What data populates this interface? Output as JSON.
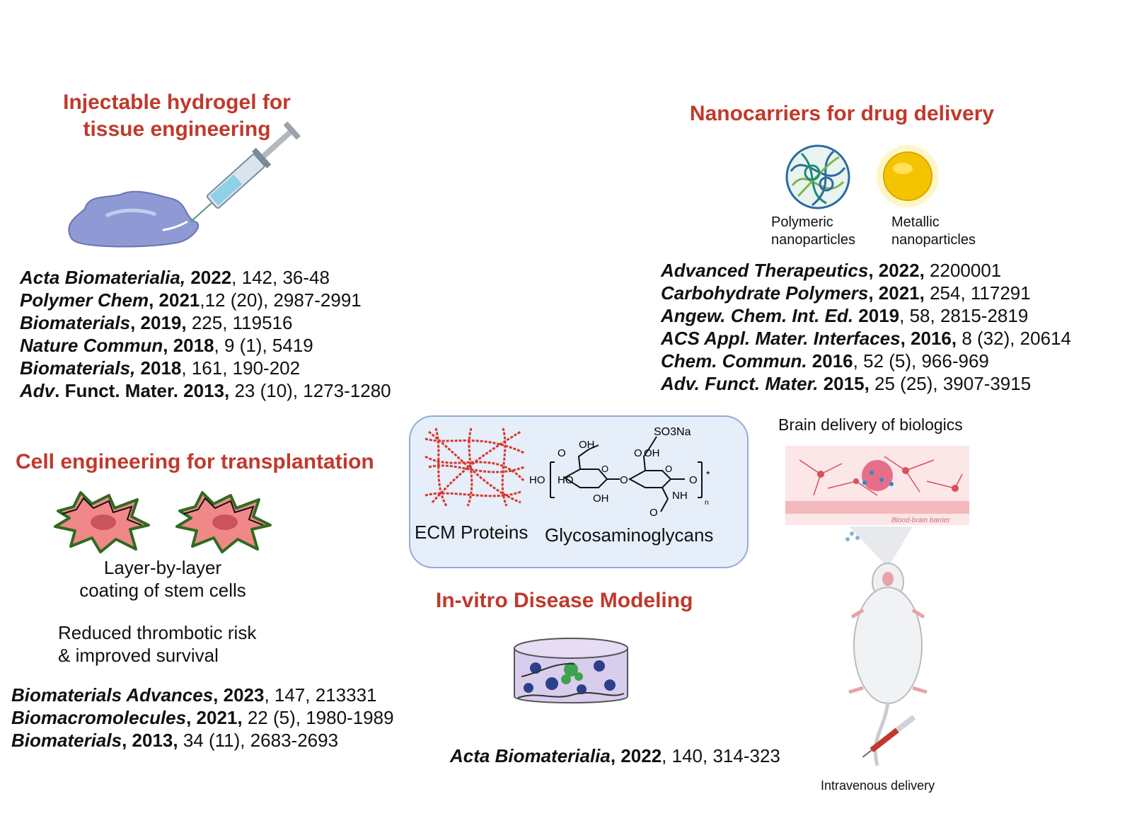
{
  "sections": {
    "hydrogel": {
      "title_line1": "Injectable hydrogel for",
      "title_line2": "tissue engineering",
      "refs": [
        {
          "journal": "Acta Biomaterialia,",
          "year": " 2022",
          "rest": ", 142, 36-48"
        },
        {
          "journal": "Polymer Chem",
          "year": ", 2021",
          "rest": ",12 (20), 2987-2991"
        },
        {
          "journal": "Biomaterials",
          "year": ", 2019,",
          "rest": " 225, 119516"
        },
        {
          "journal": "Nature Commun",
          "year": ", 2018",
          "rest": ", 9 (1), 5419"
        },
        {
          "journal": "Biomaterials,",
          "year": " 2018",
          "rest": ", 161, 190-202"
        },
        {
          "journal": "Adv",
          "year": ". Funct. Mater. 2013,",
          "rest": " 23 (10), 1273-1280"
        }
      ]
    },
    "nanocarriers": {
      "title": "Nanocarriers for drug delivery",
      "polymeric_line1": "Polymeric",
      "polymeric_line2": "nanoparticles",
      "metallic_line1": "Metallic",
      "metallic_line2": "nanoparticles",
      "refs": [
        {
          "journal": "Advanced Therapeutics",
          "year": ", 2022,",
          "rest": "  2200001"
        },
        {
          "journal": "Carbohydrate Polymers",
          "year": ", 2021,",
          "rest": " 254, 117291"
        },
        {
          "journal": "Angew. Chem. Int. Ed.",
          "year": " 2019",
          "rest": ", 58, 2815-2819"
        },
        {
          "journal": "ACS Appl. Mater. Interfaces",
          "year": ", 2016,",
          "rest": " 8 (32), 20614"
        },
        {
          "journal": "Chem. Commun.",
          "year": " 2016",
          "rest": ", 52 (5), 966-969"
        },
        {
          "journal": "Adv. Funct. Mater.",
          "year": " 2015,",
          "rest": " 25 (25), 3907-3915"
        }
      ]
    },
    "cell": {
      "title": "Cell engineering for transplantation",
      "caption_line1": "Layer-by-layer",
      "caption_line2": "coating of stem cells",
      "benefit_line1": "Reduced thrombotic risk",
      "benefit_line2": "& improved survival",
      "refs": [
        {
          "journal": "Biomaterials Advances",
          "year": ", 2023",
          "rest": ", 147, 213331"
        },
        {
          "journal": "Biomacromolecules",
          "year": ", 2021,",
          "rest": " 22 (5), 1980-1989"
        },
        {
          "journal": "Biomaterials",
          "year": ", 2013,",
          "rest": " 34 (11), 2683-2693"
        }
      ]
    },
    "center": {
      "ecm_label": "ECM Proteins",
      "gag_label": "Glycosaminoglycans",
      "chem": {
        "so3na": "SO3Na",
        "o_top": "O",
        "oh_top": "OH",
        "o_left": "O",
        "oh_left": "OH",
        "ho": "HO",
        "ho2": "HO",
        "o_mid": "O",
        "o_ring1": "O",
        "o_ring2": "O",
        "oh_bottom": "OH",
        "nh": "NH",
        "o_amide": "O",
        "o_end": "O",
        "star": "*",
        "n": "n"
      }
    },
    "invitro": {
      "title": "In-vitro Disease Modeling",
      "ref": {
        "journal": "Acta Biomaterialia",
        "year": ", 2022",
        "rest": ", 140, 314-323"
      }
    },
    "brain": {
      "title": "Brain delivery of biologics",
      "bbb_label": "Blood-brain barrier",
      "iv_label": "Intravenous delivery"
    }
  },
  "colors": {
    "heading": "#c0392b",
    "box_fill": "#e6eef9",
    "box_stroke": "#93acd4",
    "ecm": "#d9362c",
    "hydrogel": "#8f9ad4",
    "cell": "#f0888a",
    "cell_outline": "#2e6b1e",
    "metal": "#f5c400"
  }
}
